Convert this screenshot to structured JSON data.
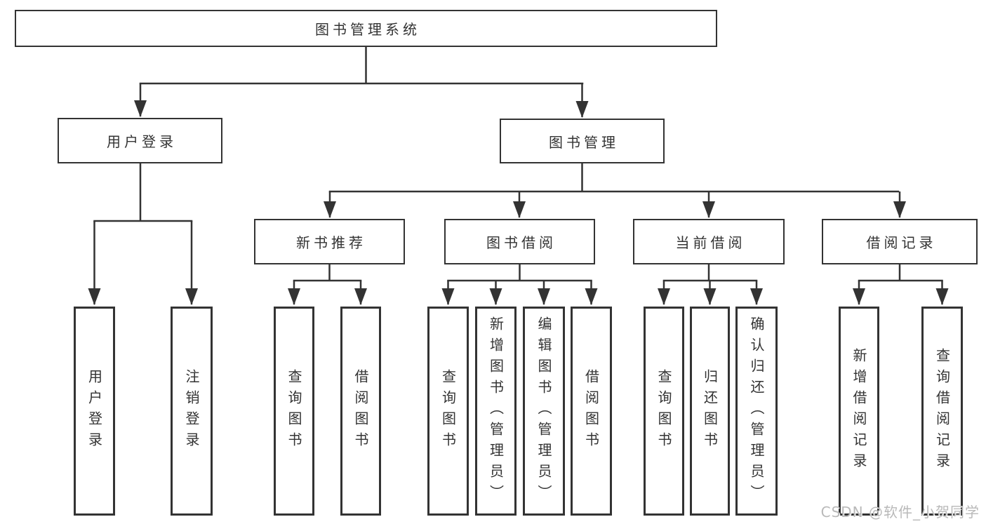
{
  "diagram": {
    "type": "hierarchy-tree",
    "tree": {
      "label": "图书管理系统",
      "children": [
        {
          "label": "用户登录",
          "children": [
            {
              "label": "用户登录"
            },
            {
              "label": "注销登录"
            }
          ]
        },
        {
          "label": "图书管理",
          "children": [
            {
              "label": "新书推荐",
              "children": [
                {
                  "label": "查询图书"
                },
                {
                  "label": "借阅图书"
                }
              ]
            },
            {
              "label": "图书借阅",
              "children": [
                {
                  "label": "查询图书"
                },
                {
                  "label": "新增图书（管理员）"
                },
                {
                  "label": "编辑图书（管理员）"
                },
                {
                  "label": "借阅图书"
                }
              ]
            },
            {
              "label": "当前借阅",
              "children": [
                {
                  "label": "查询图书"
                },
                {
                  "label": "归还图书"
                },
                {
                  "label": "确认归还（管理员）"
                }
              ]
            },
            {
              "label": "借阅记录",
              "children": [
                {
                  "label": "新增借阅记录"
                },
                {
                  "label": "查询借阅记录"
                }
              ]
            }
          ]
        }
      ]
    },
    "colors": {
      "line": "#333333",
      "box_background": "#ffffff",
      "watermark": "#b9b9b9"
    }
  },
  "watermark": {
    "text": "CSDN @软件_小贺同学"
  }
}
